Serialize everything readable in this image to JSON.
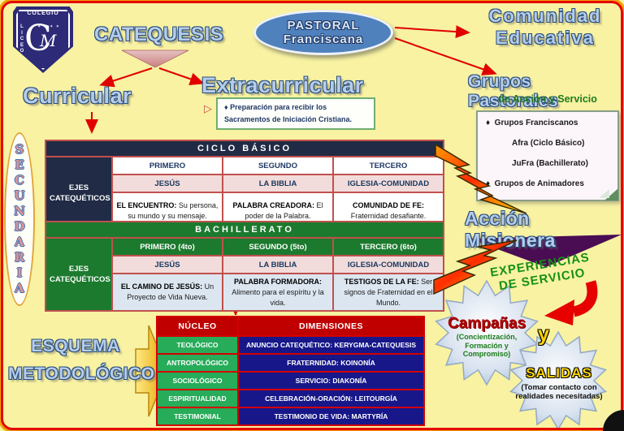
{
  "logo": {
    "colegio": "COLEGIO",
    "liceo": "L I C E O",
    "monogram_c": "C",
    "monogram_m": "M",
    "stars": "✶ ✶ ✶ ✶"
  },
  "header": {
    "catequesis": "CATEQUESIS",
    "pastoral_line1": "PASTORAL",
    "pastoral_line2": "Franciscana",
    "comunidad_line1": "Comunidad",
    "comunidad_line2": "Educativa"
  },
  "branches": {
    "curricular": "Curricular",
    "extracurricular": "Extracurricular",
    "note_bullet": "♦",
    "note_text": "Preparación para recibir los Sacramentos de Iniciación Cristiana.",
    "pointer": "▷"
  },
  "grupos": {
    "title": "Grupos Pastorales",
    "subtitle": "de Acción y Servicio",
    "bullet": "♦",
    "item1": "Grupos Franciscanos",
    "item2": "Afra (Ciclo Básico)",
    "item3": "JuFra (Bachillerato)",
    "item4": "Grupos de Animadores"
  },
  "secundaria": {
    "letters": [
      "S",
      "E",
      "C",
      "U",
      "N",
      "D",
      "A",
      "R",
      "I",
      "A"
    ]
  },
  "ciclo_basico": {
    "title": "CICLO BÁSICO",
    "row_header": "EJES CATEQUÉTICOS",
    "col1": "PRIMERO",
    "col2": "SEGUNDO",
    "col3": "TERCERO",
    "theme1": "JESÚS",
    "theme2": "LA BIBLIA",
    "theme3": "IGLESIA-COMUNIDAD",
    "desc1_lead": "EL ENCUENTRO:",
    "desc1_text": " Su persona,  su mundo y su mensaje.",
    "desc2_lead": "PALABRA CREADORA:",
    "desc2_text": " El poder de la Palabra.",
    "desc3_lead": "COMUNIDAD DE FE:",
    "desc3_text": " Fraternidad desafiante."
  },
  "bachillerato": {
    "title": "BACHILLERATO",
    "row_header": "EJES CATEQUÉTICOS",
    "col1": "PRIMERO (4to)",
    "col2": "SEGUNDO (5to)",
    "col3": "TERCERO (6to)",
    "theme1": "JESÚS",
    "theme2": "LA BIBLIA",
    "theme3": "IGLESIA-COMUNIDAD",
    "desc1_lead": "EL CAMINO DE JESÚS:",
    "desc1_text": " Un Proyecto de Vida Nueva.",
    "desc2_lead": "PALABRA FORMADORA:",
    "desc2_text": " Alimento para el espíritu y la vida.",
    "desc3_lead": "TESTIGOS DE LA FE:",
    "desc3_text": " Ser signos de Fraternidad en el Mundo."
  },
  "esquema": {
    "line1": "ESQUEMA",
    "line2": "METODOLÓGICO"
  },
  "nucleo": {
    "header1": "NÚCLEO",
    "header2": "DIMENSIONES",
    "rows": [
      {
        "nucleo": "TEOLÓGICO",
        "dimension": "ANUNCIO CATEQUÉTICO: KERYGMA-CATEQUESIS"
      },
      {
        "nucleo": "ANTROPOLÓGICO",
        "dimension": "FRATERNIDAD: KOINONÍA"
      },
      {
        "nucleo": "SOCIOLÓGICO",
        "dimension": "SERVICIO: DIAKONÍA"
      },
      {
        "nucleo": "ESPIRITUALIDAD",
        "dimension": "CELEBRACIÓN-ORACIÓN: LEITOURGÍA"
      },
      {
        "nucleo": "TESTIMONIAL",
        "dimension": "TESTIMONIO DE VIDA: MARTYRÍA"
      }
    ]
  },
  "mision": {
    "accion": "Acción Misionera",
    "experiencias_line1": "EXPERIENCIAS",
    "experiencias_line2": "DE SERVICIO",
    "campanas": "Campañas",
    "campanas_sub": "(Concientización, Formación y Compromiso)",
    "conj": "y",
    "salidas": "SALIDAS",
    "salidas_sub": "(Tomar contacto con realidades necesitadas)"
  },
  "colors": {
    "background": "#F8F2A2",
    "frame_red": "#E60000",
    "frame_gold": "#EFA30A",
    "navy_table": "#212B45",
    "green_table": "#1C7A2E",
    "pink_row": "#F2DCDB",
    "bluegrey_row": "#DCE6F1",
    "red_header": "#C00000",
    "green_cell": "#27AC5A",
    "navy_cell": "#17178A",
    "arrow_red": "#E00000",
    "purple": "#4A0D53",
    "wordart_blue": "#B7CCE8"
  }
}
